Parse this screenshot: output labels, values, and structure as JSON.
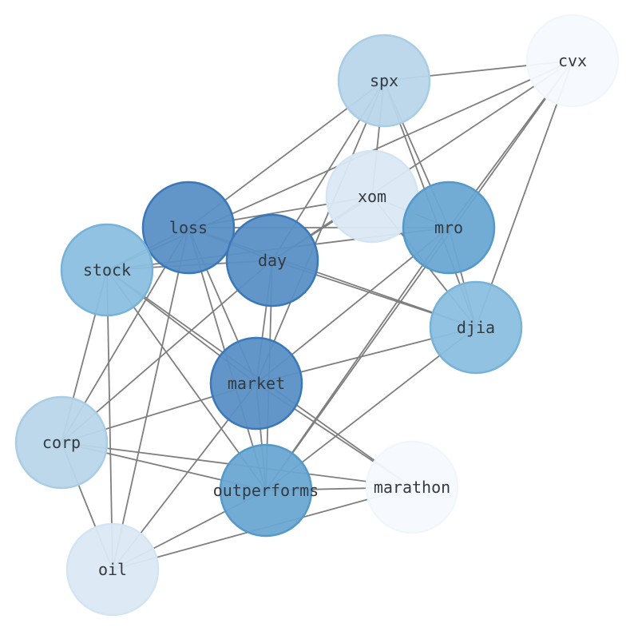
{
  "graph": {
    "nodes": [
      {
        "id": "cvx",
        "label": "cvx",
        "fill": "#f6faff",
        "stroke": "#f1f6fd"
      },
      {
        "id": "spx",
        "label": "spx",
        "fill": "#b9d6ea",
        "stroke": "#a9cde4"
      },
      {
        "id": "xom",
        "label": "xom",
        "fill": "#dbe9f6",
        "stroke": "#d3e4f3"
      },
      {
        "id": "mro",
        "label": "mro",
        "fill": "#6aa8d3",
        "stroke": "#5499c9"
      },
      {
        "id": "loss",
        "label": "loss",
        "fill": "#5a90c6",
        "stroke": "#3a78b9"
      },
      {
        "id": "day",
        "label": "day",
        "fill": "#5a90c6",
        "stroke": "#3a78b9"
      },
      {
        "id": "stock",
        "label": "stock",
        "fill": "#8bbfdf",
        "stroke": "#77b2d9"
      },
      {
        "id": "djia",
        "label": "djia",
        "fill": "#8bbfdf",
        "stroke": "#77b2d9"
      },
      {
        "id": "market",
        "label": "market",
        "fill": "#5a90c6",
        "stroke": "#3a78b9"
      },
      {
        "id": "corp",
        "label": "corp",
        "fill": "#b9d6ea",
        "stroke": "#a9cde4"
      },
      {
        "id": "outperforms",
        "label": "outperforms",
        "fill": "#6aa8d3",
        "stroke": "#5499c9"
      },
      {
        "id": "marathon",
        "label": "marathon",
        "fill": "#f6faff",
        "stroke": "#f1f6fd"
      },
      {
        "id": "oil",
        "label": "oil",
        "fill": "#dbe9f6",
        "stroke": "#d3e4f3"
      }
    ],
    "edges": [
      [
        "spx",
        "cvx"
      ],
      [
        "spx",
        "loss"
      ],
      [
        "spx",
        "day"
      ],
      [
        "spx",
        "xom"
      ],
      [
        "spx",
        "mro"
      ],
      [
        "spx",
        "djia"
      ],
      [
        "spx",
        "market"
      ],
      [
        "cvx",
        "day"
      ],
      [
        "cvx",
        "stock"
      ],
      [
        "cvx",
        "mro"
      ],
      [
        "cvx",
        "djia"
      ],
      [
        "cvx",
        "outperforms"
      ],
      [
        "xom",
        "loss"
      ],
      [
        "xom",
        "day"
      ],
      [
        "xom",
        "mro"
      ],
      [
        "xom",
        "djia"
      ],
      [
        "loss",
        "mro"
      ],
      [
        "loss",
        "day"
      ],
      [
        "loss",
        "stock"
      ],
      [
        "loss",
        "djia"
      ],
      [
        "loss",
        "market"
      ],
      [
        "loss",
        "outperforms"
      ],
      [
        "loss",
        "corp"
      ],
      [
        "loss",
        "oil"
      ],
      [
        "mro",
        "stock"
      ],
      [
        "mro",
        "djia"
      ],
      [
        "mro",
        "market"
      ],
      [
        "mro",
        "outperforms"
      ],
      [
        "day",
        "stock"
      ],
      [
        "day",
        "djia"
      ],
      [
        "day",
        "market"
      ],
      [
        "day",
        "corp"
      ],
      [
        "day",
        "outperforms"
      ],
      [
        "stock",
        "market"
      ],
      [
        "stock",
        "marathon"
      ],
      [
        "stock",
        "corp"
      ],
      [
        "stock",
        "oil"
      ],
      [
        "stock",
        "outperforms"
      ],
      [
        "djia",
        "market"
      ],
      [
        "djia",
        "outperforms"
      ],
      [
        "market",
        "corp"
      ],
      [
        "market",
        "outperforms"
      ],
      [
        "market",
        "marathon"
      ],
      [
        "market",
        "oil"
      ],
      [
        "corp",
        "outperforms"
      ],
      [
        "corp",
        "marathon"
      ],
      [
        "corp",
        "oil"
      ],
      [
        "outperforms",
        "marathon"
      ],
      [
        "outperforms",
        "oil"
      ],
      [
        "oil",
        "marathon"
      ]
    ]
  }
}
